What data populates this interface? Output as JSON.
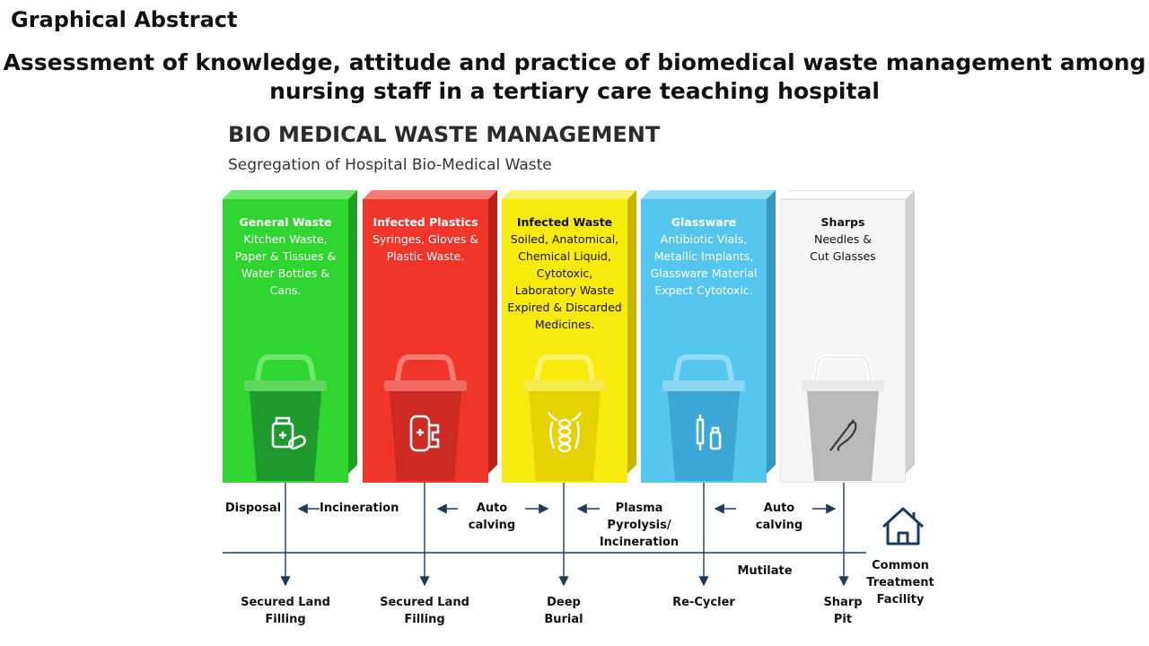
{
  "header": "Graphical Abstract",
  "title": "Assessment of knowledge, attitude and practice of biomedical waste management among nursing staff in a tertiary care teaching hospital",
  "diagram": {
    "title": "BIO MEDICAL WASTE MANAGEMENT",
    "subtitle": "Segregation of Hospital Bio-Medical Waste",
    "columns": [
      {
        "title": "General Waste",
        "lines": [
          "Kitchen Waste,",
          "Paper & Tissues &",
          "Water Bottles &",
          "Cans."
        ],
        "color": "#2fd62f",
        "icon": "medicine-bottle-icon"
      },
      {
        "title": "Infected Plastics",
        "lines": [
          "Syringes, Gloves &",
          "Plastic Waste."
        ],
        "color": "#f0352a",
        "icon": "iv-bag-icon"
      },
      {
        "title": "Infected Waste",
        "lines": [
          "Soiled, Anatomical,",
          "Chemical Liquid,",
          "Cytotoxic,",
          "Laboratory Waste",
          "Expired & Discarded",
          "Medicines."
        ],
        "color": "#f7ea0c",
        "icon": "anatomy-icon"
      },
      {
        "title": "Glassware",
        "lines": [
          "Antibiotic Vials,",
          "Metallic Implants,",
          "Glassware Material",
          "Expect Cytotoxic."
        ],
        "color": "#55c6ee",
        "icon": "syringe-vial-icon"
      },
      {
        "title": "Sharps",
        "lines": [
          "Needles &",
          "Cut Glasses"
        ],
        "color": "#f5f5f5",
        "icon": "needle-icon"
      }
    ],
    "process_labels": {
      "disposal": "Disposal",
      "incineration": "Incineration",
      "autoclaving_1": [
        "Auto",
        "calving"
      ],
      "plasma": [
        "Plasma",
        "Pyrolysis/",
        "Incineration"
      ],
      "autoclaving_2": [
        "Auto",
        "calving"
      ],
      "mutilate": "Mutilate"
    },
    "outcomes": {
      "secured_land_filling_1": [
        "Secured Land",
        "Filling"
      ],
      "secured_land_filling_2": [
        "Secured Land",
        "Filling"
      ],
      "deep_burial": [
        "Deep",
        "Burial"
      ],
      "recycler": "Re-Cycler",
      "sharp_pit": [
        "Sharp",
        "Pit"
      ],
      "common_treatment_facility": [
        "Common",
        "Treatment",
        "Facility"
      ]
    },
    "icons": {
      "facility": "house-icon"
    }
  }
}
